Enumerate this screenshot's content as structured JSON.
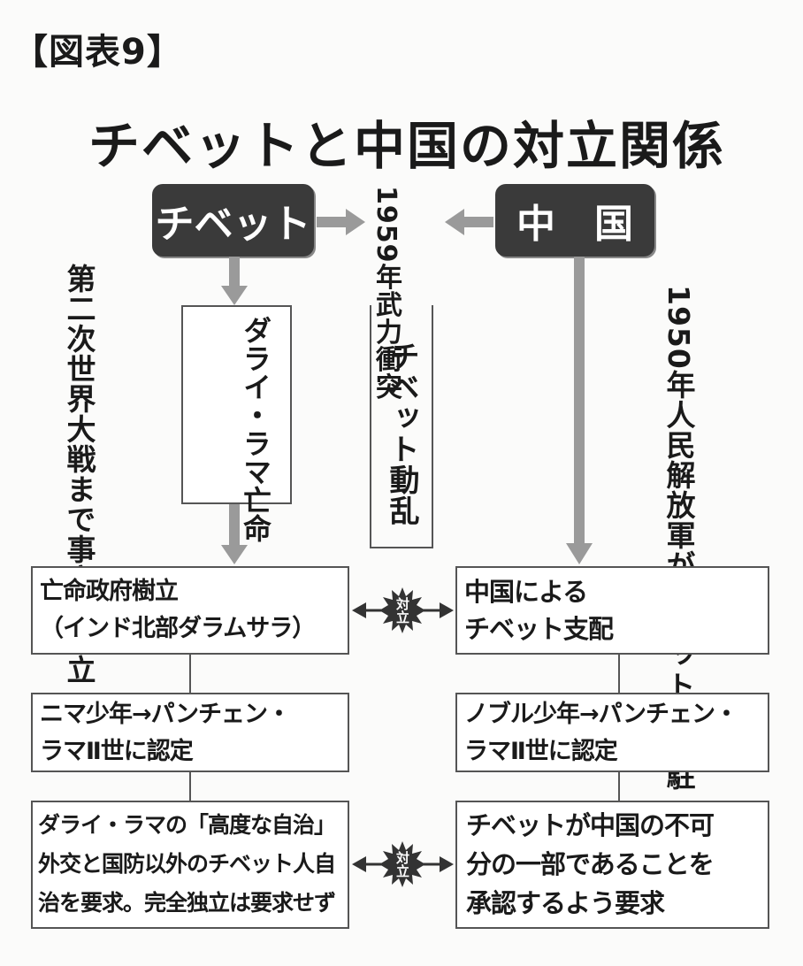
{
  "header": "【図表9】",
  "title": "チベットと中国の対立関係",
  "tibet_label": "チベット",
  "china_label": "中　国",
  "clash": {
    "year": "1959年",
    "label": "武力衝突"
  },
  "left_note": {
    "line1": "第二次世界大戦",
    "line2": "まで事実上独立"
  },
  "right_note": {
    "line1": "1950年",
    "line2": "人民解放軍が",
    "line3": "チベットに進駐"
  },
  "dalai_box": {
    "line1": "ダライ・ラマ",
    "line2": "亡命"
  },
  "uprising": "チベット動乱",
  "conflict_label": "対立",
  "left_boxes": [
    {
      "lines": [
        "亡命政府樹立",
        "（インド北部ダラムサラ）"
      ]
    },
    {
      "lines": [
        "ニマ少年→パンチェン・",
        "ラマⅡ世に認定"
      ]
    },
    {
      "lines": [
        "ダライ・ラマの「高度な自治」",
        "外交と国防以外のチベット人自",
        "治を要求。完全独立は要求せず"
      ]
    }
  ],
  "right_boxes": [
    {
      "lines": [
        "中国による",
        "チベット支配"
      ]
    },
    {
      "lines": [
        "ノブル少年→パンチェン・",
        "ラマⅡ世に認定"
      ]
    },
    {
      "lines": [
        "チベットが中国の不可",
        "分の一部であることを",
        "承認するよう要求"
      ]
    }
  ]
}
